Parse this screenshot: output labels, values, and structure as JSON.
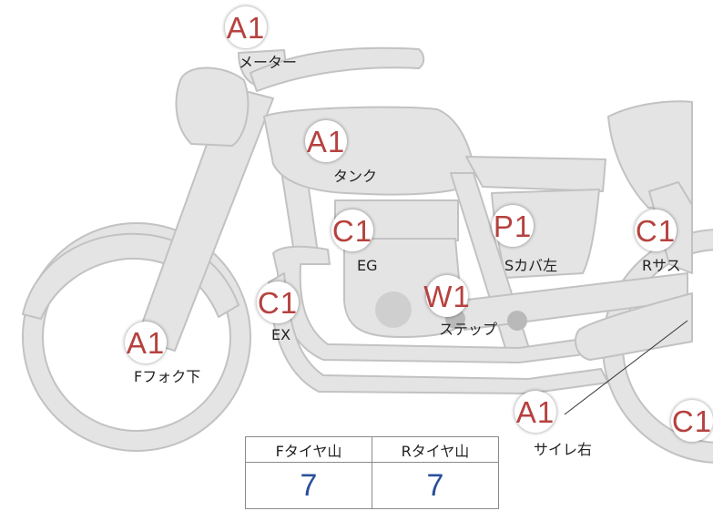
{
  "colors": {
    "part_fill": "#e4e4e4",
    "part_stroke": "#c2c2c2",
    "badge_text": "#b5423f",
    "tread_value": "#2a4f9c"
  },
  "markers": [
    {
      "id": "meter",
      "grade": "A1",
      "label": "メーター"
    },
    {
      "id": "tank",
      "grade": "A1",
      "label": "タンク"
    },
    {
      "id": "engine",
      "grade": "C1",
      "label": "EG"
    },
    {
      "id": "side-cover",
      "grade": "P1",
      "label": "Sカバ左"
    },
    {
      "id": "rear-sus",
      "grade": "C1",
      "label": "Rサス"
    },
    {
      "id": "exhaust",
      "grade": "C1",
      "label": "EX"
    },
    {
      "id": "step",
      "grade": "W1",
      "label": "ステップ"
    },
    {
      "id": "front-fork",
      "grade": "A1",
      "label": "Fフォク下"
    },
    {
      "id": "muffler",
      "grade": "A1",
      "label": "サイレ右"
    },
    {
      "id": "rear-edge",
      "grade": "C1",
      "label": ""
    }
  ],
  "tread": {
    "front_label": "Fタイヤ山",
    "front_value": "7",
    "rear_label": "Rタイヤ山",
    "rear_value": "7"
  }
}
